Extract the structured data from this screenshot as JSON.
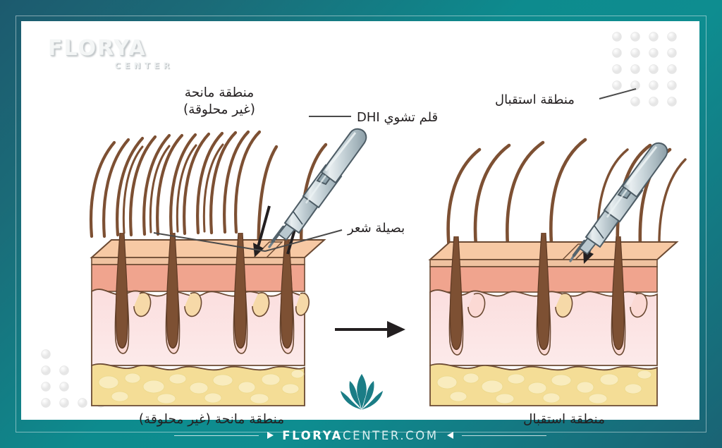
{
  "brand": {
    "logo_word": "FLORYA",
    "logo_sub": "CENTER",
    "footer_url_bold": "FLORYA",
    "footer_url_light": "CENTER.COM",
    "emblem_name": "florya-leaf-emblem",
    "colors": {
      "frame_teal": "#0d8b8e",
      "frame_teal_dark": "#1c5a6e",
      "emblem_teal": "#1b7d86",
      "ink": "#231f20"
    }
  },
  "labels": {
    "donor_area": "منطقة مانحة\n(غير محلوقة)",
    "dhi_pen": "قلم تشوي DHI",
    "recipient_area": "منطقة استقبال",
    "hair_follicle": "بصيلة شعر"
  },
  "captions": {
    "left": "منطقة مانحة (غير محلوقة)",
    "right": "منطقة استقبال"
  },
  "diagram": {
    "type": "medical-illustration",
    "subject": "DHI hair transplant: extraction from donor area and implantation into recipient area",
    "flow_arrow": "left-to-right",
    "panels": [
      {
        "id": "donor",
        "title": "منطقة مانحة (غير محلوقة)",
        "hair_density": "dense",
        "surface_hair_count": 16,
        "deep_follicle_count": 4,
        "pen_action": "extraction",
        "arrow_directions": [
          "down-left",
          "up"
        ]
      },
      {
        "id": "recipient",
        "title": "منطقة استقبال",
        "hair_density": "sparse",
        "surface_hair_count": 8,
        "deep_follicle_count": 3,
        "pen_action": "implantation",
        "arrow_directions": [
          "down-right"
        ]
      }
    ],
    "skin_layers": [
      {
        "name": "epidermis-surface",
        "color": "#f7c9a4"
      },
      {
        "name": "epidermis-band",
        "color": "#f0a48e"
      },
      {
        "name": "dermis",
        "color": "#fbdcdc"
      },
      {
        "name": "subcutaneous-fat",
        "color": "#f4dd96"
      }
    ],
    "hair_color": "#7d5033",
    "pen": {
      "name": "dhi-implanter-pen",
      "body_color": "#c7d3d8",
      "tip_color": "#9fb0b8"
    },
    "decor": {
      "dot_grid_count": 2,
      "dot_color": "#ececec"
    }
  }
}
